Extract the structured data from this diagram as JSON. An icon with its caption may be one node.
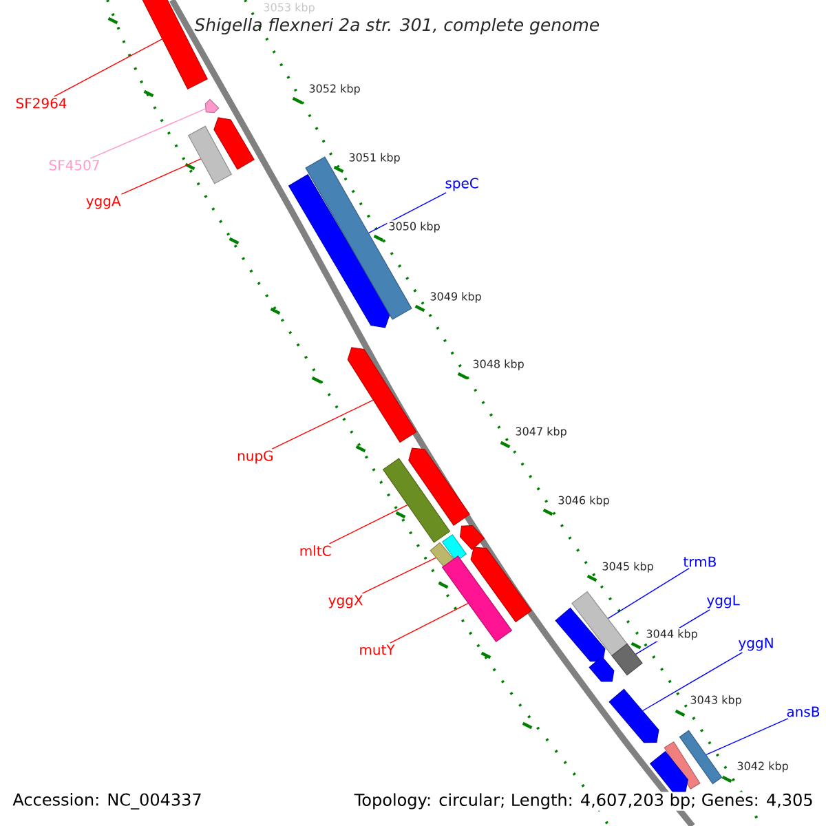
{
  "diagram": {
    "title": "Shigella flexneri 2a str. 301, complete genome",
    "nodes": [
      {
        "text": [
          "SF2964"
        ]
      },
      {
        "text": [
          "SF4507"
        ]
      },
      {
        "text": [
          "yggA"
        ]
      },
      {
        "text": [
          "speC"
        ]
      },
      {
        "text": [
          "nupG"
        ]
      },
      {
        "text": [
          "mltC"
        ]
      },
      {
        "text": [
          "yggX"
        ]
      },
      {
        "text": [
          "mutY"
        ]
      },
      {
        "text": [
          "trmB"
        ]
      },
      {
        "text": [
          "yggL"
        ]
      },
      {
        "text": [
          "yggN"
        ]
      },
      {
        "text": [
          "ansB"
        ]
      },
      {
        "text": [],
        "shape": "bar"
      },
      {
        "text": [],
        "shape": "bar"
      },
      {
        "text": [],
        "shape": "bar"
      },
      {
        "text": [],
        "shape": "bar"
      },
      {
        "text": [],
        "shape": "bar"
      },
      {
        "text": [],
        "shape": "bar"
      },
      {
        "text": [],
        "shape": "bar"
      },
      {
        "text": [],
        "shape": "bar"
      },
      {
        "text": [],
        "shape": "bar"
      },
      {
        "text": [],
        "shape": "bar"
      },
      {
        "text": [],
        "shape": "bar"
      },
      {
        "text": [],
        "shape": "bar"
      },
      {
        "text": [],
        "shape": "bar"
      },
      {
        "text": [],
        "shape": "bar"
      },
      {
        "text": [],
        "shape": "bar"
      },
      {
        "text": [],
        "shape": "bar"
      },
      {
        "text": [],
        "shape": "bar"
      },
      {
        "text": [],
        "shape": "bar"
      },
      {
        "text": [],
        "shape": "bar"
      },
      {
        "text": [],
        "shape": "bar"
      },
      {
        "text": [],
        "shape": "bar"
      },
      {
        "text": [],
        "shape": "bar"
      }
    ],
    "edges": [
      {
        "from": 0,
        "to": 12,
        "arrow": "none"
      },
      {
        "from": 1,
        "to": 13,
        "arrow": "none",
        "color": "#ff99cc"
      },
      {
        "from": 2,
        "to": 15,
        "arrow": "none"
      },
      {
        "from": 3,
        "to": 17,
        "arrow": "none",
        "color": "#0000ff"
      },
      {
        "from": 4,
        "to": 18,
        "arrow": "none"
      },
      {
        "from": 5,
        "to": 19,
        "arrow": "none"
      },
      {
        "from": 6,
        "to": 22,
        "arrow": "none"
      },
      {
        "from": 7,
        "to": 25,
        "arrow": "none"
      },
      {
        "from": 8,
        "to": 27,
        "arrow": "none",
        "color": "#0000ff"
      },
      {
        "from": 9,
        "to": 28,
        "arrow": "none",
        "color": "#0000ff"
      },
      {
        "from": 10,
        "to": 30,
        "arrow": "none",
        "color": "#0000ff"
      },
      {
        "from": 11,
        "to": 32,
        "arrow": "none",
        "color": "#0000ff"
      }
    ],
    "labels": [
      "3053 kbp",
      "3052 kbp",
      "3051 kbp",
      "3050 kbp",
      "3049 kbp",
      "3048 kbp",
      "3047 kbp",
      "3046 kbp",
      "3045 kbp",
      "3044 kbp",
      "3043 kbp",
      "3042 kbp",
      "Accession: NC_004337",
      "Topology: circular; Length: 4,607,203 bp; Genes: 4,305"
    ]
  }
}
